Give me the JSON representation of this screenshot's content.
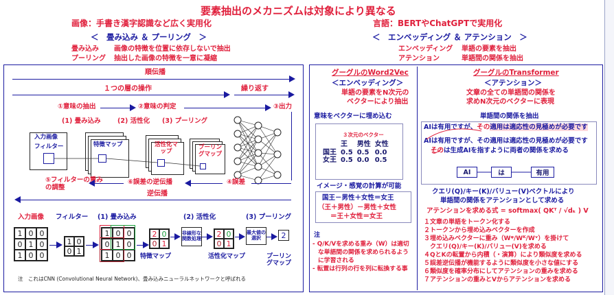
{
  "title": "要素抽出のメカニズムは対象により異なる",
  "left": {
    "heading": "画像：手書き漢字認識など広く実用化",
    "subheading": "＜　畳み込み ＆ プーリング　＞",
    "def1_term": "畳み込み",
    "def1_text": "画像の特徴を位置に依存しないで抽出",
    "def2_term": "プーリング",
    "def2_text": "抽出した画像の特徴を一意に凝縮",
    "flow": {
      "forward": "順伝播",
      "one_layer": "１つの層の操作",
      "repeat": "繰り返す",
      "step1": "①意味の抽出",
      "step2": "②意味の判定",
      "step3": "③出力",
      "conv": "(1) 畳み込み",
      "act": "(2) 活性化",
      "pool": "(3) プーリング",
      "input_image": "入力画像",
      "filter": "フィルター",
      "feature_map": "特徴マップ",
      "activation_map": "活性化マップ",
      "pooling_map": "プーリングマップ",
      "step5": "⑤フィルターの重みの調整",
      "step6": "⑥誤差の逆伝播",
      "step4": "④誤差",
      "backward": "逆伝播"
    },
    "example": {
      "input_label": "入力画像",
      "filter_label": "フィルター",
      "conv_label": "(1) 畳み込み",
      "act_label": "(2) 活性化",
      "pool_label": "(3) プーリング",
      "input_grid": [
        "1",
        "0",
        "0",
        "0",
        "1",
        "0",
        "1",
        "0",
        "0"
      ],
      "filter_grid": [
        "1",
        "0",
        "0",
        "1"
      ],
      "conv_grid": [
        "1",
        "0",
        "0",
        "0",
        "1",
        "0",
        "1",
        "0",
        "0"
      ],
      "feature_grid": [
        "2",
        "0",
        "0",
        "1"
      ],
      "activation_grid": [
        "2",
        "0",
        "0",
        "1"
      ],
      "nonlinear_box": "非線形な関数処理",
      "max_box": "最大値の選択",
      "pool_value": "2",
      "feature_map": "特徴マップ",
      "activation_map": "活性化マップ",
      "pooling_map": "プーリングマップ"
    },
    "note": "注　これはCNN (Convolutional Neural Network)、畳み込みニューラルネットワークと呼ばれる"
  },
  "right": {
    "heading": "言語：BERTやChatGPTで実用化",
    "subheading": "＜　エンベッディング ＆ アテンション　＞",
    "def1_term": "エンベッディング",
    "def1_text": "単語の要素を抽出",
    "def2_term": "アテンション",
    "def2_text": "単語間の関係を抽出",
    "w2v": {
      "title": "グーグルのWord2Vec",
      "sub": "＜エンベッディング＞",
      "desc1": "単語の要素をN次元の",
      "desc2": "ベクターにより抽出",
      "embed": "意味をベクターに埋め込む",
      "vec_caption": "３次元のベクター",
      "cols": [
        "王",
        "男性",
        "女性"
      ],
      "rows": [
        {
          "label": "国王",
          "values": [
            "0.5",
            "0.5",
            "0.0"
          ]
        },
        {
          "label": "女王",
          "values": [
            "0.5",
            "0.0",
            "0.5"
          ]
        }
      ],
      "calc_title": "イメージ・感覚の計算が可能",
      "calc1": "国王－男性＋女性＝女王",
      "calc2": "（王＋男性）－男性＋女性",
      "calc3": "＝王＋女性＝女王",
      "note_head": "注",
      "note1": "- Q/K/Vを求める重み（W）は適切",
      "note2": "な単語間の関係を求められるよう",
      "note3": "に学習される",
      "note4": "- 転置は行列の行を列に転換する事"
    },
    "transformer": {
      "title": "グーグルのTransformer",
      "sub": "＜アテンション＞",
      "desc1": "文章の全ての単語間の関係を",
      "desc2": "求めN次元のベクターに表現",
      "relation_title": "単語間の関係を抽出",
      "ex1_pre": "AIは有用ですが、",
      "ex1_hl": "その",
      "ex1_post": "適用は適応性の見極めが必要です",
      "ex2": "AIは有用ですが、その適用は適応性の見極めが必要です",
      "ex3_pre": "その",
      "ex3_post": "は生成AIを指すように両者の関係を求める",
      "tokens": [
        "AI",
        "は",
        "有用"
      ],
      "qkv1": "クエリ(Q)/キー(K)/バリュー(V)ベクトルにより",
      "qkv2": "単語間の関係をアテンションとして求める",
      "formula": "アテンションを求める式 = softmax( QKᵀ / √dₖ ) V",
      "steps": [
        "１文章の単語をトークン化する",
        "２トークンから埋め込みベクターを作成",
        "３埋め込みベクターに重み（Wᵠ/Wᴷ/Wᵛ）を掛けて",
        "　クエリ(Q)/キー(K)/バリュー(V)を求める",
        "４QとKの転置から内積（・演算）により類似度を求める",
        "５誤差逆伝播が機能するように類似度を小さな値にする",
        "６類似度を確率分布にしてアテンションの重みを求める",
        "７アテンションの重みとVからアテンションを求める"
      ]
    }
  }
}
